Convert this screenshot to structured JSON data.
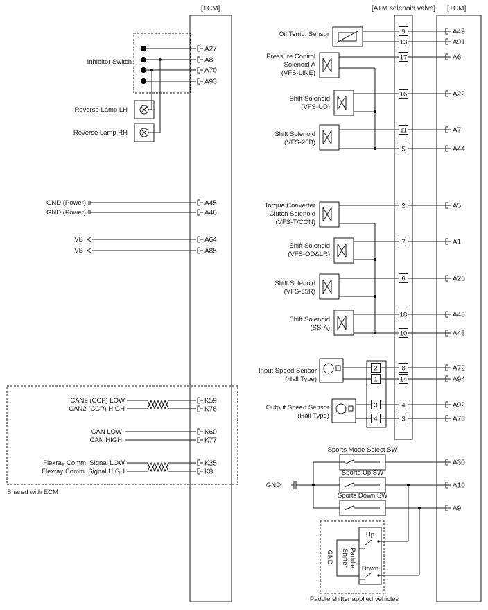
{
  "headers": {
    "tcm_left": "[TCM]",
    "atm_valve": "[ATM solenoid valve]",
    "tcm_right": "[TCM]"
  },
  "left": {
    "inhibitor_switch": "Inhibitor Switch",
    "reverse_lamp_lh": "Reverse Lamp LH",
    "reverse_lamp_rh": "Reverse Lamp RH",
    "gnd_power": [
      "GND (Power)",
      "GND (Power)"
    ],
    "vb": [
      "VB",
      "VB"
    ],
    "can2_low": "CAN2 (CCP) LOW",
    "can2_high": "CAN2 (CCP) HIGH",
    "can_low": "CAN  LOW",
    "can_high": "CAN  HIGH",
    "flex_low": "Flexray Comm. Signal LOW",
    "flex_high": "Flexray Comm. Signal HIGH",
    "shared": "Shared with ECM"
  },
  "left_pins": [
    "A27",
    "A8",
    "A70",
    "A93",
    "A45",
    "A46",
    "A64",
    "A85",
    "K59",
    "K76",
    "K60",
    "K77",
    "K25",
    "K8"
  ],
  "components": {
    "oil_temp": [
      "Oil Temp. Sensor"
    ],
    "pcsa": [
      "Pressure Conirol",
      "Solenoid A",
      "(VFS-LINE)"
    ],
    "ud": [
      "Shift Solenoid",
      "(VFS-UD)"
    ],
    "s26b": [
      "Shift Solenoid",
      "(VFS-26B)"
    ],
    "tcc": [
      "Torque Converter",
      "Clutch Solenoid",
      "(VFS-T/CON)"
    ],
    "odlr": [
      "Shift Solenoid",
      "(VFS-OD&LR)"
    ],
    "s35r": [
      "Shift Solenoid",
      "(VFS-35R)"
    ],
    "ssa": [
      "Shift Solenoid",
      "(SS-A)"
    ],
    "input_speed": [
      "Input Speed Sensor",
      "(Hall Type)"
    ],
    "output_speed": [
      "Output Speed Sensor",
      "(Hall Type)"
    ],
    "sports_mode": "Sports Mode Select SW",
    "sports_up": "Sports Up SW",
    "sports_down": "Sports Down SW",
    "gnd": "GND",
    "up": "Up",
    "down": "Down",
    "paddle_gnd": "GND",
    "paddle_shifter": [
      "Paddle",
      "Shifter"
    ],
    "paddle_note": "Paddle shifter applied vehicles"
  },
  "valve_pins": [
    "9",
    "13",
    "17",
    "16",
    "11",
    "5",
    "2",
    "7",
    "6",
    "18",
    "10",
    "8",
    "14",
    "4",
    "3"
  ],
  "sensor_pins": [
    "2",
    "1",
    "3",
    "4"
  ],
  "right_pins": [
    "A49",
    "A91",
    "A6",
    "A22",
    "A7",
    "A44",
    "A5",
    "A1",
    "A26",
    "A48",
    "A43",
    "A72",
    "A94",
    "A92",
    "A73",
    "A30",
    "A10",
    "A9"
  ]
}
